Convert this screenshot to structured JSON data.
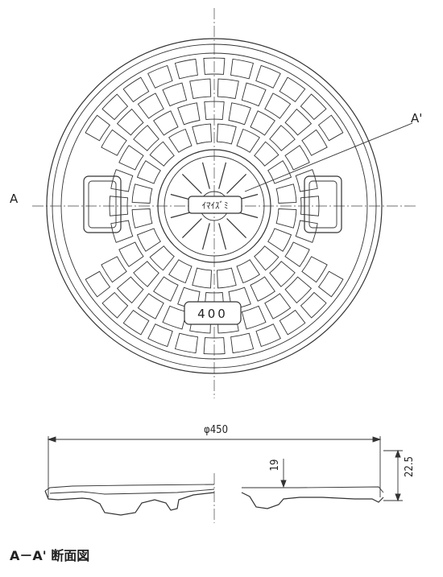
{
  "plan_view": {
    "section_label_left": "A",
    "section_label_right": "A'",
    "plate_text": "ｲﾏｲｽﾞﾐ",
    "size_mark": "400"
  },
  "section_view": {
    "diameter_label": "φ450",
    "thickness_label": "19",
    "height_label": "22.5",
    "caption": "A－A'  断面図"
  }
}
